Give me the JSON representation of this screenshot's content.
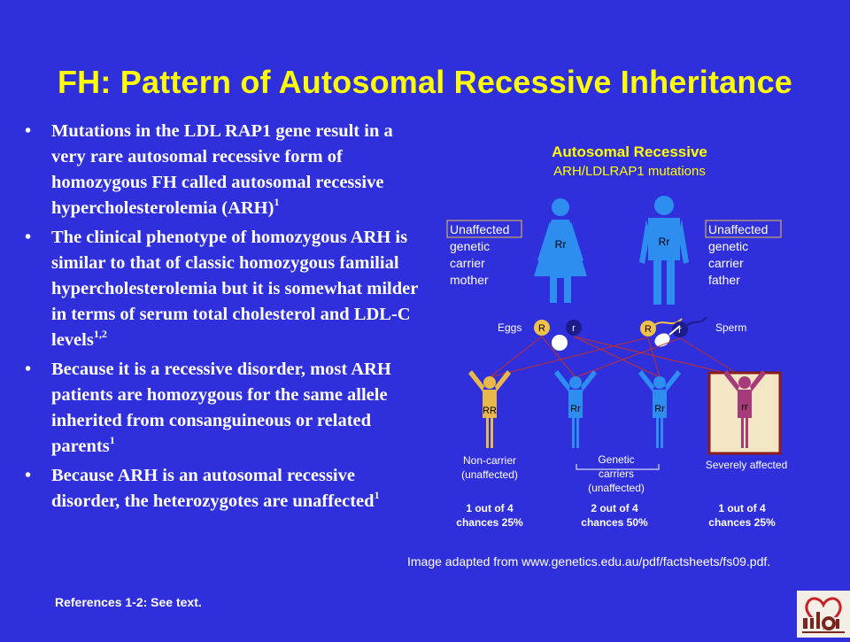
{
  "slide": {
    "title": "FH: Pattern of Autosomal Recessive Inheritance",
    "bullets": [
      {
        "text": "Mutations in the LDL RAP1 gene result in a very rare autosomal recessive form of homozygous FH called autosomal recessive hypercholesterolemia (ARH)",
        "sup": "1"
      },
      {
        "text": "The clinical phenotype of homozygous ARH is similar to that of classic homozygous familial hypercholesterolemia but it is somewhat milder in terms of serum total cholesterol and LDL-C levels",
        "sup": "1,2"
      },
      {
        "text": "Because it is a recessive disorder, most ARH patients are homozygous for the same allele inherited from consanguineous or related parents",
        "sup": "1"
      },
      {
        "text": "Because ARH is an autosomal recessive disorder, the heterozygotes are unaffected",
        "sup": "1"
      }
    ],
    "references": "References 1-2: See text.",
    "image_credit": "Image adapted from www.genetics.edu.au/pdf/factsheets/fs09.pdf."
  },
  "diagram": {
    "title": "Autosomal Recessive",
    "subtitle": "ARH/LDLRAP1 mutations",
    "mother": {
      "genotype": "Rr",
      "label_box": "Unaffected",
      "label_lines": [
        "genetic",
        "carrier",
        "mother"
      ]
    },
    "father": {
      "genotype": "Rr",
      "label_box": "Unaffected",
      "label_lines": [
        "genetic",
        "carrier",
        "father"
      ]
    },
    "eggs_label": "Eggs",
    "sperm_label": "Sperm",
    "allele_dominant": "R",
    "allele_recessive": "r",
    "children": [
      {
        "genotype": "RR",
        "color": "#e8b84a"
      },
      {
        "genotype": "Rr",
        "color": "#2d8ef0"
      },
      {
        "genotype": "Rr",
        "color": "#2d8ef0"
      },
      {
        "genotype": "rr",
        "color": "#a63a7a"
      }
    ],
    "outcomes": {
      "noncarrier": [
        "Non-carrier",
        "(unaffected)"
      ],
      "carriers": [
        "Genetic",
        "carriers",
        "(unaffected)"
      ],
      "affected": "Severely affected"
    },
    "chances": [
      {
        "line1": "1 out of 4",
        "line2": "chances 25%"
      },
      {
        "line1": "2 out of 4",
        "line2": "chances 50%"
      },
      {
        "line1": "1 out of 4",
        "line2": "chances 25%"
      }
    ],
    "colors": {
      "parent": "#2d8ef0",
      "lines": "#c0302a",
      "allele_R": "#f1c14a",
      "allele_r": "#1c1c8c",
      "affected_box": "#f3e6c4"
    }
  }
}
